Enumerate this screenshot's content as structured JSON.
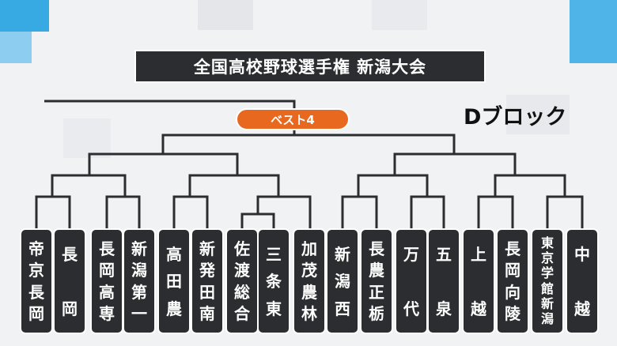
{
  "title": "全国高校野球選手権 新潟大会",
  "block": "Dブロック",
  "badge": "ベスト4",
  "colors": {
    "badge": "#e8681f",
    "box": "#2c2d30",
    "line": "#2c2d30"
  },
  "teams": [
    "帝京長岡",
    "長　岡",
    "長岡高専",
    "新潟第一",
    "高田農",
    "新発田南",
    "佐渡総合",
    "三条東",
    "加茂農林",
    "新潟西",
    "長農正栃",
    "万　代",
    "五　泉",
    "上　越",
    "長岡向陵",
    "東京学館新潟",
    "中　越"
  ]
}
